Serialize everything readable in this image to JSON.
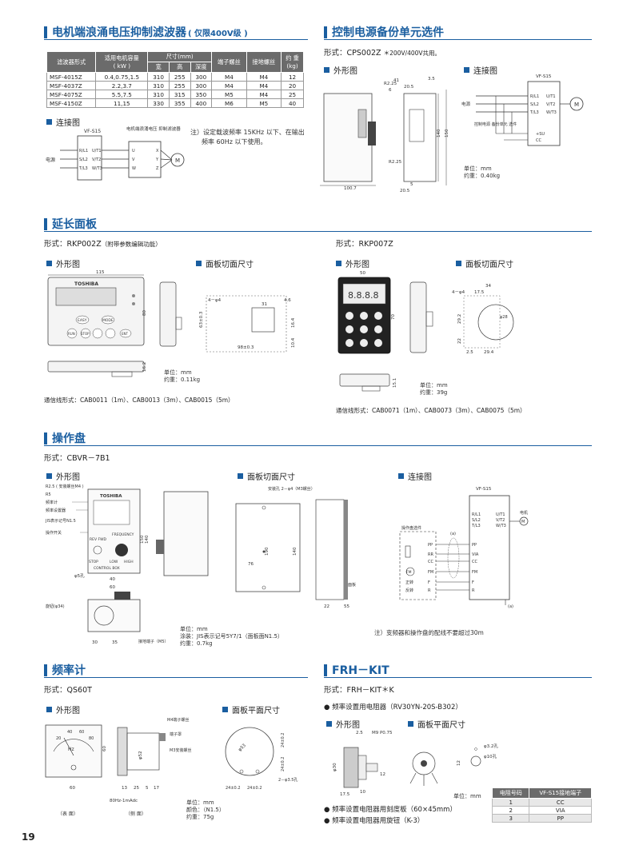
{
  "motor_filter": {
    "title": "电机端浪涌电压抑制滤波器",
    "title_note": "( 仅限400V级 )",
    "table_headers": {
      "model": "滤波器形式",
      "capacity": "适用电机容量",
      "capacity_unit": "( kW )",
      "dims": "尺寸(mm)",
      "w": "宽",
      "h": "高",
      "d": "深度",
      "term": "端子螺丝",
      "ground": "接地螺丝",
      "weight": "约 重",
      "weight_unit": "(kg)"
    },
    "rows": [
      {
        "model": "MSF-4015Z",
        "cap": "0.4,0.75,1.5",
        "w": "310",
        "h": "255",
        "d": "300",
        "term": "M4",
        "gnd": "M4",
        "wt": "12"
      },
      {
        "model": "MSF-4037Z",
        "cap": "2.2,3.7",
        "w": "310",
        "h": "255",
        "d": "300",
        "term": "M4",
        "gnd": "M4",
        "wt": "20"
      },
      {
        "model": "MSF-4075Z",
        "cap": "5.5,7.5",
        "w": "310",
        "h": "315",
        "d": "350",
        "term": "M5",
        "gnd": "M4",
        "wt": "25"
      },
      {
        "model": "MSF-4150Z",
        "cap": "11,15",
        "w": "330",
        "h": "355",
        "d": "400",
        "term": "M6",
        "gnd": "M5",
        "wt": "40"
      }
    ],
    "wiring_label": "连接图",
    "diagram": {
      "vf": "VF-S15",
      "filter": "电机端浪涌电压\n抑制滤波器",
      "power": "电源",
      "in1": "R/L1",
      "in2": "S/L2",
      "in3": "T/L3",
      "out1": "U/T1",
      "out2": "V/T2",
      "out3": "W/T3",
      "u": "U",
      "v": "V",
      "w": "W",
      "x": "X",
      "y": "Y",
      "z": "Z",
      "m": "M"
    },
    "note_line1": "注）设定载波频率 15KHz 以下、在输出",
    "note_line2": "频率 60Hz 以下使用。"
  },
  "backup": {
    "title": "控制电源备份单元选件",
    "model_prefix": "形式：",
    "model": "CPS002Z",
    "model_note": "＊200V/400V共用。",
    "outline_label": "外形图",
    "wiring_label": "连接图",
    "dims": {
      "d41": "41",
      "d35": "3.5",
      "d205": "20.5",
      "d6": "6",
      "r225a": "R2.25",
      "r225b": "R2.25",
      "d140": "140",
      "d150": "150",
      "d1007": "100.7",
      "d5": "5",
      "d205b": "20.5"
    },
    "unit_text": "单位：mm",
    "weight_text": "约重：0.40kg",
    "diagram": {
      "vf": "VF-S15",
      "power": "电源",
      "unit": "控制电源\n备份单元\n选件",
      "su": "+SU",
      "cc": "CC",
      "in1": "R/L1",
      "in2": "S/L2",
      "in3": "T/L3",
      "out1": "U/T1",
      "out2": "V/T2",
      "out3": "W/T3",
      "m": "M"
    }
  },
  "extension": {
    "title": "延长面板",
    "left": {
      "model_prefix": "形式：",
      "model": "RKP002Z",
      "model_note": "（附带参数编辑功能）",
      "outline_label": "外形图",
      "cutout_label": "面板切面尺寸",
      "brand": "TOSHIBA",
      "keys": [
        "EASY",
        "MODE",
        "RUN",
        "STOP",
        "ENT"
      ],
      "dims": {
        "w115": "115",
        "h80": "80",
        "d162": "16.2",
        "h634": "63±0.3",
        "w98": "98±0.3",
        "h164": "16.4",
        "d31": "31",
        "d46": "4.6",
        "d104": "10.4",
        "holes": "4－φ4"
      },
      "unit_text": "单位：mm",
      "weight_text": "约重：0.11kg",
      "cable": "通信线形式：CAB0011（1m）、CAB0013（3m）、CAB0015（5m）"
    },
    "right": {
      "model_prefix": "形式：",
      "model": "RKP007Z",
      "outline_label": "外形图",
      "cutout_label": "面板切面尺寸",
      "display": "8.8.8.8",
      "dims": {
        "w50": "50",
        "h70": "70",
        "d15": "15.1",
        "d34": "34",
        "d175": "17.5",
        "d292": "29.2",
        "d22": "22",
        "d294": "29.4",
        "d25": "2.5",
        "holes": "4－φ4",
        "phi28": "φ28"
      },
      "unit_text": "单位：mm",
      "weight_text": "约重：39g",
      "cable": "通信线形式：CAB0071（1m）、CAB0073（3m）、CAB0075（5m）"
    }
  },
  "operator": {
    "title": "操作盘",
    "model_prefix": "形式：",
    "model": "CBVR－7B1",
    "outline_label": "外形图",
    "cutout_label": "面板切面尺寸",
    "wiring_label": "连接图",
    "callouts": [
      "R2.5 ( 安装螺丝M4 )",
      "R5",
      "频率计",
      "频率设置器",
      "JIS表示记号N1.5",
      "操作开关"
    ],
    "panel": {
      "brand": "TOSHIBA",
      "freq": "FREQUENCY",
      "revfwd": "REV FWD",
      "stop": "STOP",
      "low": "LOW",
      "high": "HIGH",
      "box": "CONTROL BOX"
    },
    "dims": {
      "d40": "40",
      "d60": "60",
      "d150": "150",
      "d140": "140",
      "d5": "φ5孔",
      "d30": "30",
      "d35": "35",
      "d22": "22",
      "d55": "55",
      "d76": "76",
      "d190": "190"
    },
    "cutout_text": {
      "holes": "安装孔\n2－φ4（M3螺丝）",
      "panel": "面板"
    },
    "knob_label": "旋钮(φ34)",
    "ground_label": "接地端子（M5）",
    "unit_text": "单位：mm",
    "paint_text": "涂装：JIS表示记号5Y7/1（面板面N1.5）",
    "weight_text": "约重：0.7kg",
    "diagram": {
      "vf": "VF-S15",
      "motor": "电机",
      "option": "操作盘选件",
      "pp": "PP",
      "rr": "RR",
      "cc": "CC",
      "fm": "FM",
      "f": "F",
      "r": "R",
      "via": "VIA",
      "cc2": "CC",
      "fm2": "FM",
      "f2": "F",
      "r2": "R",
      "fwd": "正转",
      "rev": "反转",
      "a": "(a)",
      "in1": "R/L1",
      "in2": "S/L2",
      "in3": "T/L3",
      "out1": "U/T1",
      "out2": "V/T2",
      "out3": "W/T3",
      "m": "M",
      "frq": "FM"
    },
    "note": "注）变频器和操作盘的配线不要超过30m"
  },
  "meter": {
    "title": "频率计",
    "model_prefix": "形式：",
    "model": "QS60T",
    "outline_label": "外形图",
    "cutout_label": "面板平面尺寸",
    "scale": [
      "20",
      "40",
      "60",
      "80"
    ],
    "unit_sym": "Hz",
    "callouts": [
      "M4端子螺丝",
      "端子罩",
      "M3安装螺丝"
    ],
    "dims": {
      "d60": "60",
      "d13": "13",
      "d25": "25",
      "d5": "5",
      "d17": "17",
      "phi52": "φ52",
      "d24a": "24±0.2",
      "d24b": "24±0.2",
      "d24c": "24±0.2",
      "d24d": "24±0.2",
      "holes": "2－φ3.5孔",
      "phi53": "φ53"
    },
    "front": "（表 面）",
    "side": "（侧 面）",
    "rating": "80Hz-1mAdc",
    "unit_text": "单位：mm",
    "color_text": "颜色：（N1.5）",
    "weight_text": "约重：75g"
  },
  "frh": {
    "title": "FRH－KIT",
    "model_prefix": "形式：",
    "model": "FRH－KIT＊K",
    "bullet1": "频率设置用电阻器（RV30YN-20S-B302）",
    "outline_label": "外形图",
    "cutout_label": "面板平面尺寸",
    "dims": {
      "d25": "2.5",
      "m9": "M9 P0.75",
      "phi30": "φ30",
      "d10": "10",
      "d175": "17.5",
      "d12": "12",
      "phi32": "φ3.2孔",
      "phi10": "φ10孔",
      "d12b": "12"
    },
    "unit_text": "单位：mm",
    "table_headers": [
      "电阻号码",
      "VF-S15接地端子"
    ],
    "table_rows": [
      [
        "1",
        "CC"
      ],
      [
        "2",
        "VIA"
      ],
      [
        "3",
        "PP"
      ]
    ],
    "bullet2": "频率设置电阻器用刻度板（60×45mm）",
    "bullet3": "频率设置电阻器用旋钮（K-3）"
  },
  "page_number": "19"
}
